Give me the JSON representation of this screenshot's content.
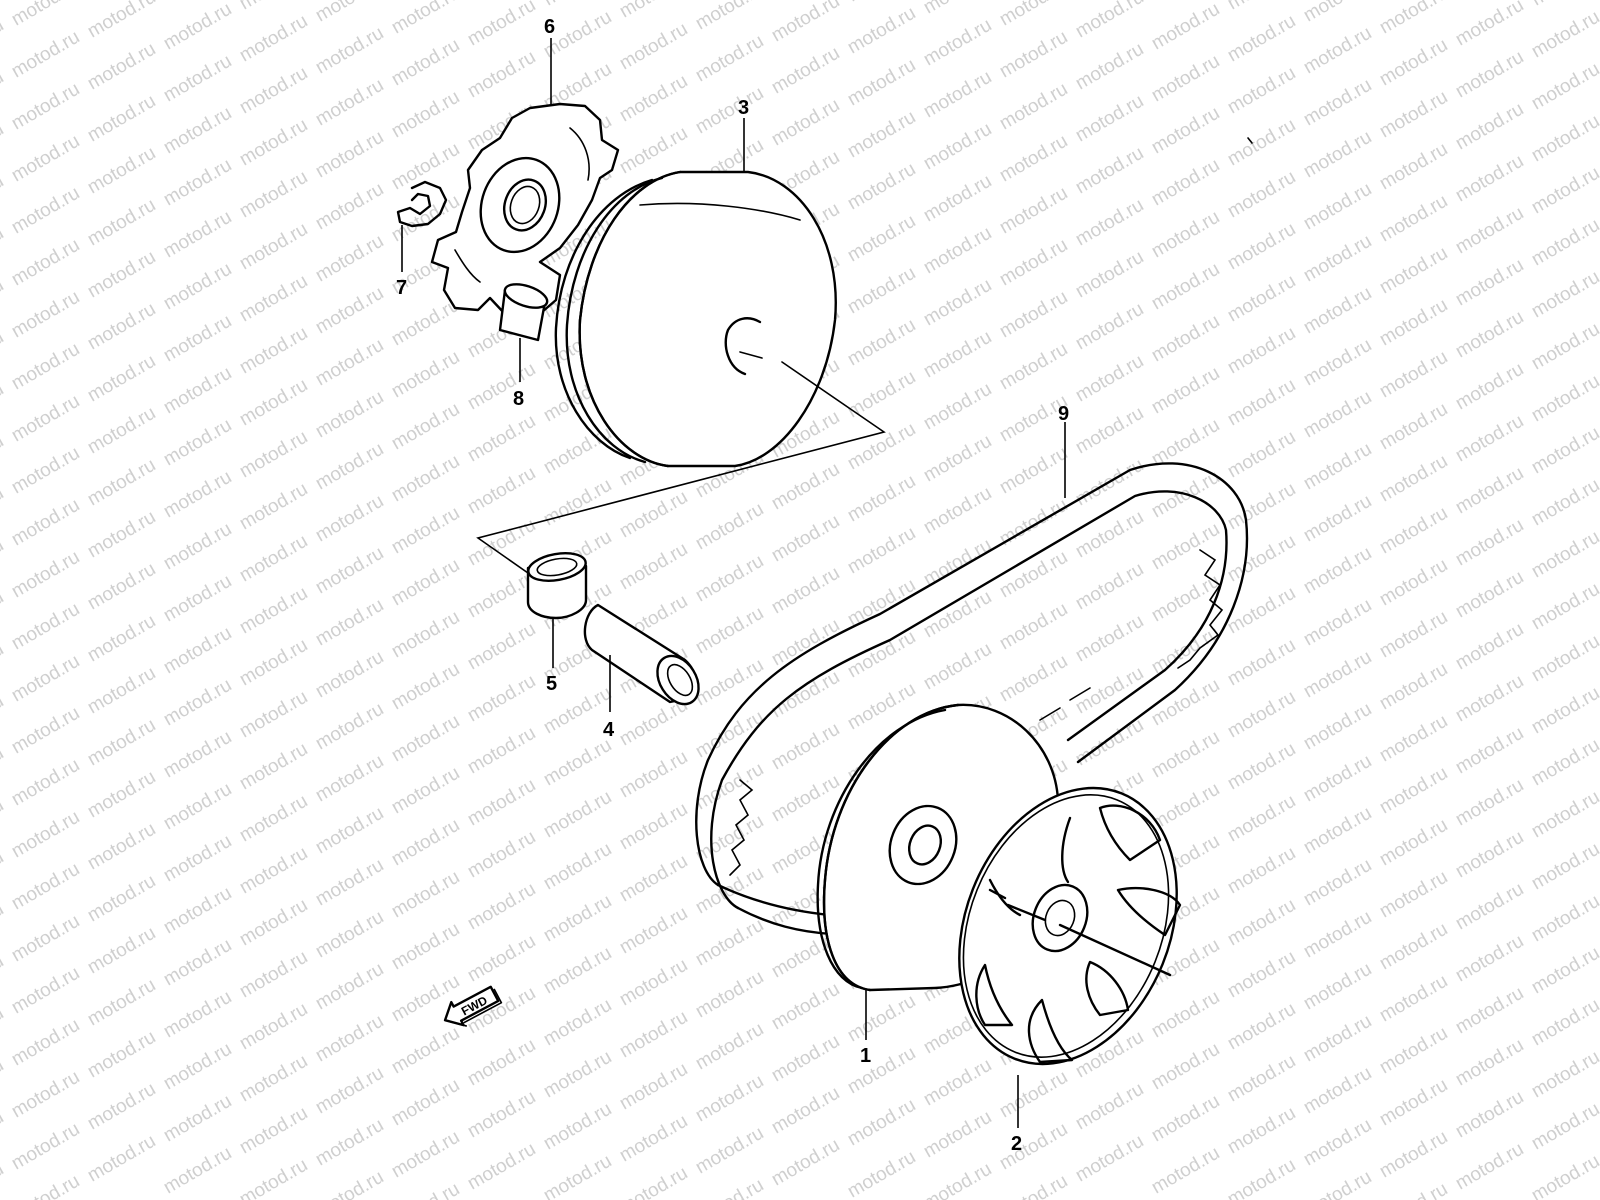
{
  "watermark": {
    "text": "motod.ru"
  },
  "fwd_label": "FWD",
  "parts": [
    {
      "id": "part-1",
      "number": "1"
    },
    {
      "id": "part-2",
      "number": "2"
    },
    {
      "id": "part-3",
      "number": "3"
    },
    {
      "id": "part-4",
      "number": "4"
    },
    {
      "id": "part-5",
      "number": "5"
    },
    {
      "id": "part-6",
      "number": "6"
    },
    {
      "id": "part-7",
      "number": "7"
    },
    {
      "id": "part-8",
      "number": "8"
    },
    {
      "id": "part-9",
      "number": "9"
    }
  ]
}
